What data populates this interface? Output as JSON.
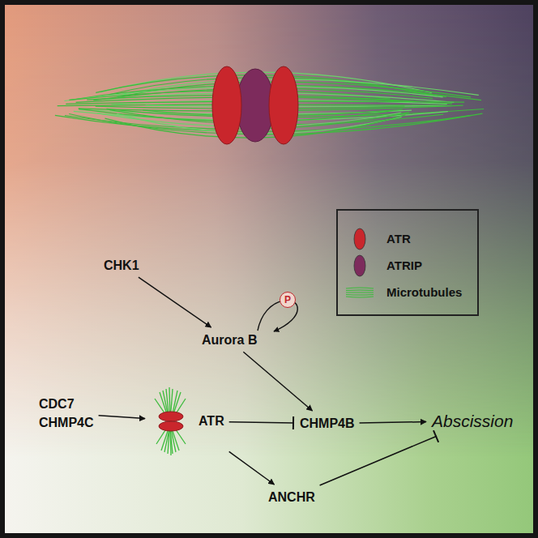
{
  "diagram": {
    "nodes": [
      {
        "text": [
          "CHK1"
        ]
      },
      {
        "text": [
          "Aurora B"
        ]
      },
      {
        "text": [
          "CDC7 CHMP4C"
        ]
      },
      {
        "text": [
          "ATR"
        ]
      },
      {
        "text": [
          "CHMP4B"
        ]
      },
      {
        "text": [
          "ANCHR"
        ]
      },
      {
        "text": [
          "Abscission"
        ]
      }
    ],
    "edges": [
      {
        "from": 0,
        "to": 1,
        "arrow": "to"
      },
      {
        "from": 1,
        "to": 4,
        "arrow": "to"
      },
      {
        "from": 2,
        "to": 3,
        "arrow": "to"
      },
      {
        "from": 3,
        "to": 4,
        "arrow": "to"
      },
      {
        "from": 3,
        "to": 5,
        "arrow": "to"
      },
      {
        "from": 4,
        "to": 6,
        "arrow": "to"
      },
      {
        "from": 5,
        "to": 6,
        "arrow": "to"
      }
    ],
    "labels": [
      "P"
    ],
    "legend": [
      {
        "text": "ATR",
        "color": "#c9262c"
      },
      {
        "text": "ATRIP",
        "color": "#7d2b5c"
      },
      {
        "text": "Microtubules"
      }
    ]
  }
}
